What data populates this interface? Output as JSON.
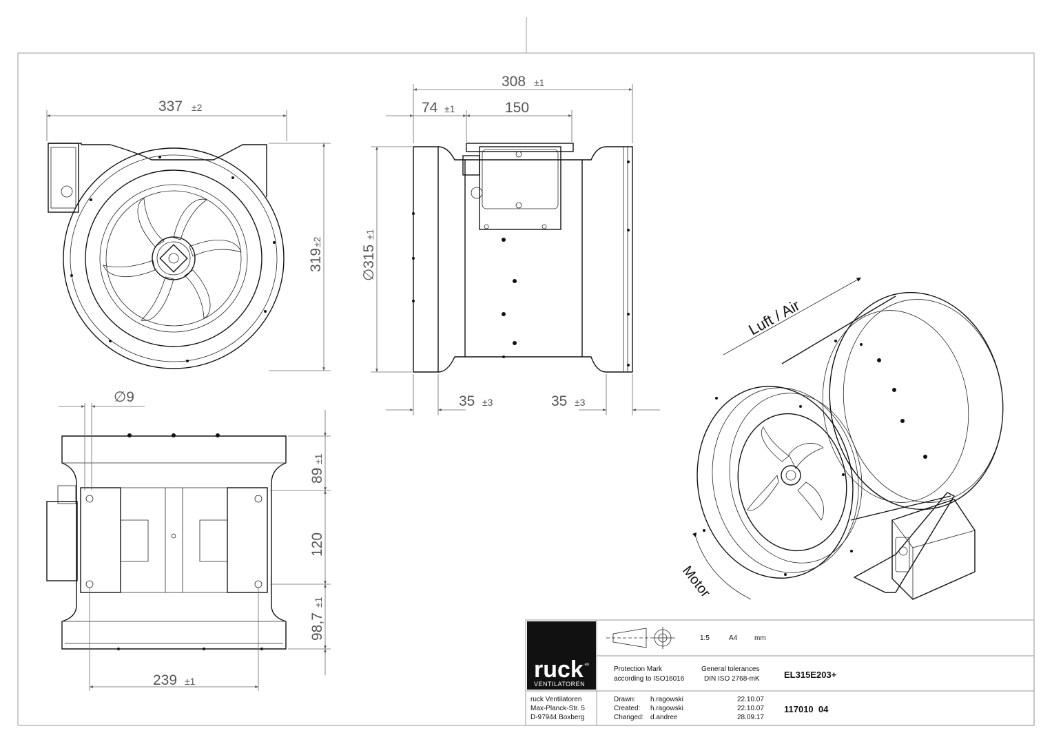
{
  "dimensions": {
    "front_width": "337",
    "front_width_tol": "±2",
    "front_height": "319",
    "front_height_tol": "±2",
    "side_length": "308",
    "side_length_tol": "±1",
    "box_offset": "74",
    "box_offset_tol": "±1",
    "box_width": "150",
    "diameter": "∅315",
    "diameter_tol": "±1",
    "flange_left": "35",
    "flange_left_tol": "±3",
    "flange_right": "35",
    "flange_right_tol": "±3",
    "hole_dia": "∅9",
    "bottom_top": "89",
    "bottom_top_tol": "±1",
    "bottom_mid": "120",
    "bottom_low": "98,7",
    "bottom_low_tol": "±1",
    "bottom_width": "239",
    "bottom_width_tol": "±1"
  },
  "annotations": {
    "airflow": "Luft / Air",
    "motor": "Motor"
  },
  "title_block": {
    "logo_text": "ruck",
    "logo_sup": ".eu",
    "logo_sub": "VENTILATOREN",
    "scale": "1:5",
    "paper": "A4",
    "units": "mm",
    "protection_1": "Protection Mark",
    "protection_2": "according to ISO16016",
    "tolerance_1": "General tolerances",
    "tolerance_2": "DIN ISO 2768-mK",
    "product": "EL315E203+",
    "company": "ruck Ventilatoren",
    "street": "Max-Planck-Str. 5",
    "city": "D-97944 Boxberg",
    "drawn_label": "Drawn:",
    "drawn_by": "h.ragowski",
    "drawn_date": "22.10.07",
    "created_label": "Created:",
    "created_by": "h.ragowski",
    "created_date": "22.10.07",
    "changed_label": "Changed:",
    "changed_by": "d.andree",
    "changed_date": "28.09.17",
    "drawing_no": "117010  04"
  }
}
